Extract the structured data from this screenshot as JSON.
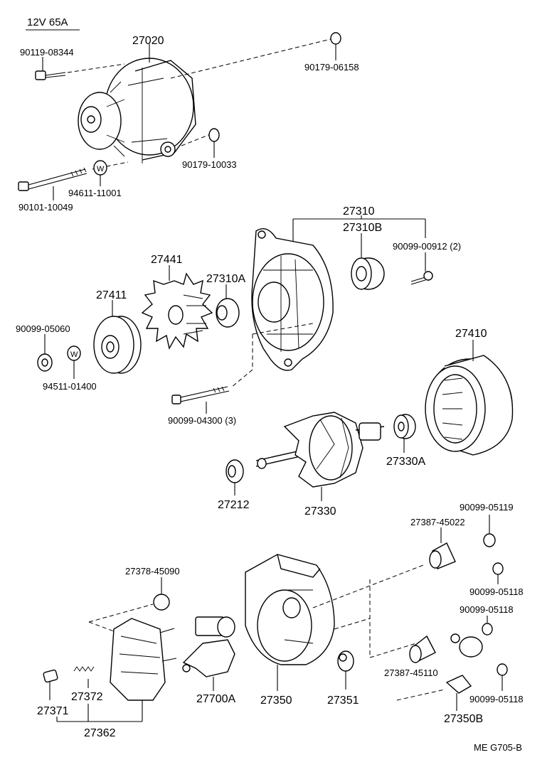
{
  "spec": "12V  65A",
  "footer_code": "ME  G705-B",
  "labels": {
    "p27020": "27020",
    "p90119_08344": "90119-08344",
    "p90179_06158": "90179-06158",
    "p90179_10033": "90179-10033",
    "p94611_11001": "94611-11001",
    "p90101_10049": "90101-10049",
    "p27310": "27310",
    "p27310B": "27310B",
    "p90099_00912": "90099-00912 (2)",
    "p27441": "27441",
    "p27310A": "27310A",
    "p27411": "27411",
    "p90099_05060": "90099-05060",
    "p94511_01400": "94511-01400",
    "p90099_04300": "90099-04300 (3)",
    "p27410": "27410",
    "p27330A": "27330A",
    "p27212": "27212",
    "p27330": "27330",
    "p90099_05119": "90099-05119",
    "p27387_45022": "27387-45022",
    "p27378_45090": "27378-45090",
    "p90099_05118a": "90099-05118",
    "p90099_05118b": "90099-05118",
    "p90099_05118c": "90099-05118",
    "p27387_45110": "27387-45110",
    "p27371": "27371",
    "p27372": "27372",
    "p27700A": "27700A",
    "p27350": "27350",
    "p27351": "27351",
    "p27350B": "27350B",
    "p27362": "27362",
    "washer_mark": "W"
  }
}
